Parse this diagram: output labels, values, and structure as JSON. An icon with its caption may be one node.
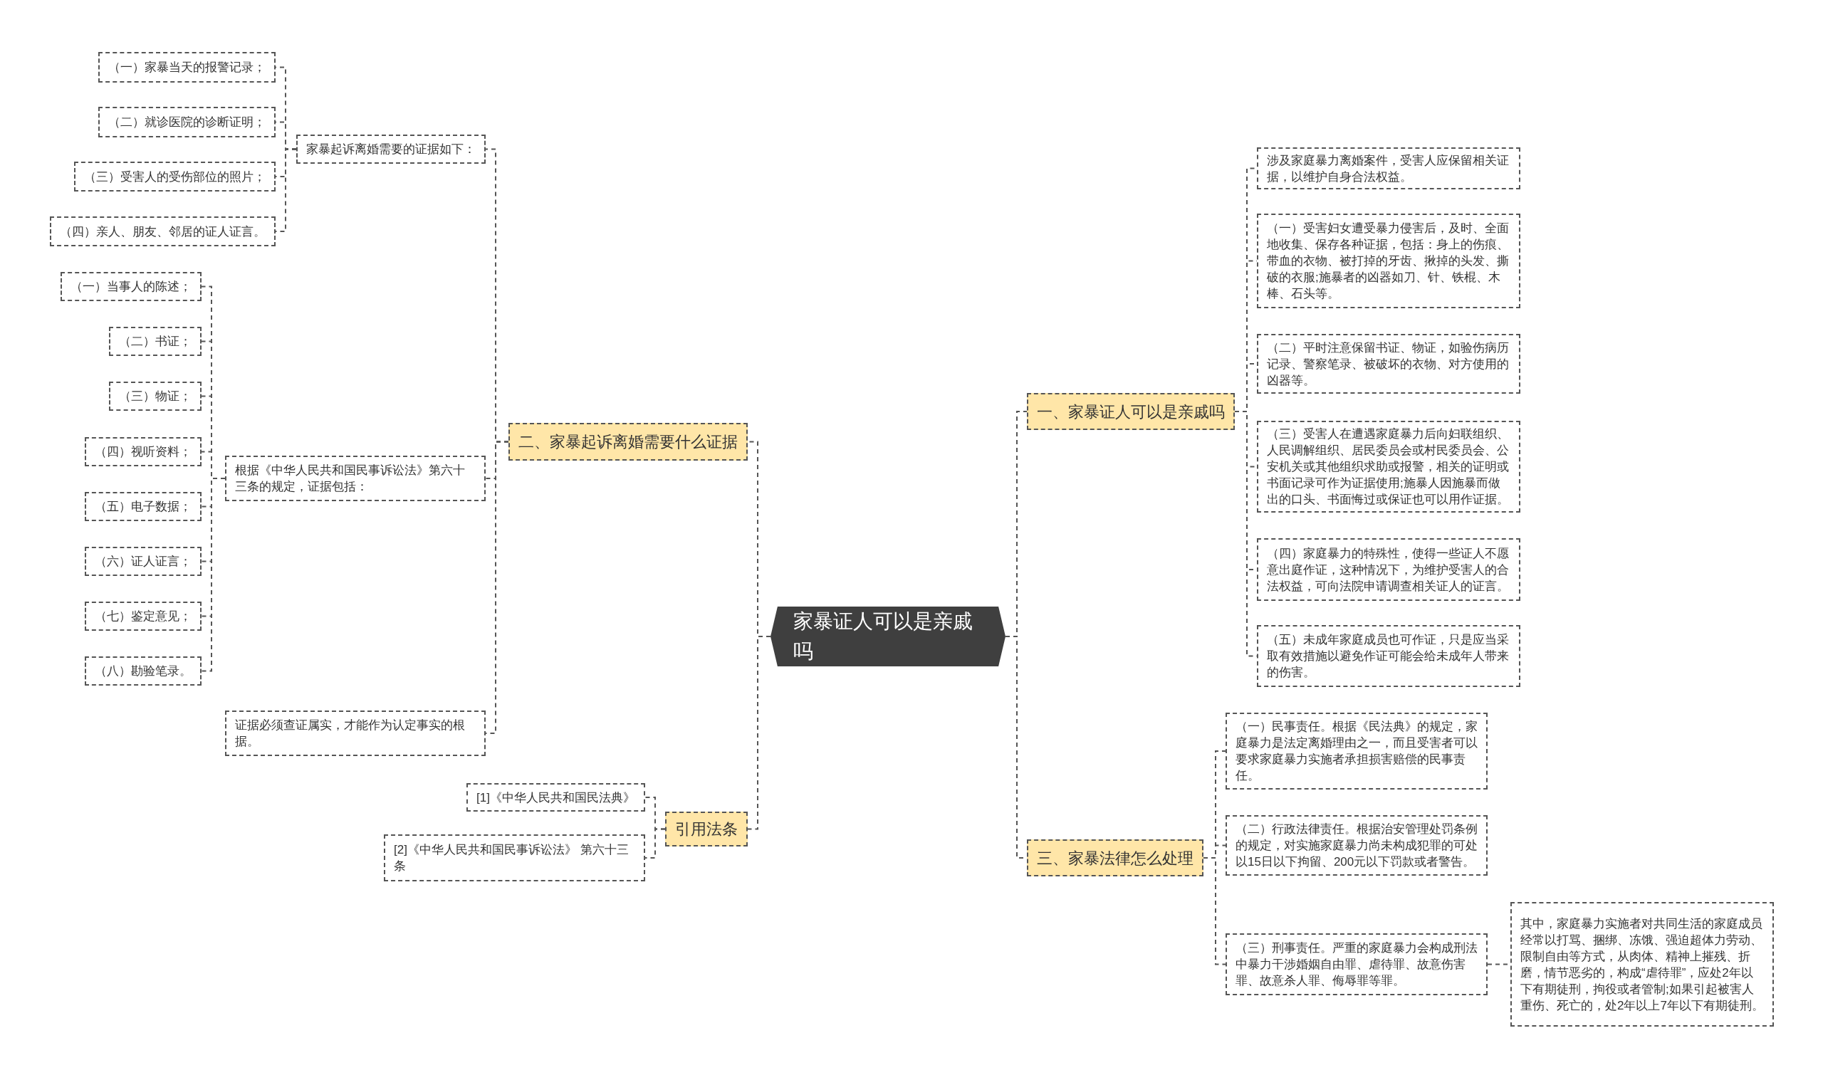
{
  "diagram": {
    "nodes": [
      {
        "text": [
          "家暴证人可以是亲戚吗"
        ]
      },
      {
        "text": [
          "一、家暴证人可以是亲戚吗"
        ]
      },
      {
        "text": [
          "涉及家庭暴力离婚案件，受害人应保留相关证据，以维护自身合法权益。"
        ]
      },
      {
        "text": [
          "（一）受害妇女遭受暴力侵害后，及时、全面地收集、保存各种证据，包括：身上的伤痕、带血的衣物、被打掉的牙齿、揪掉的头发、撕破的衣服;施暴者的凶器如刀、针、铁棍、木棒、石头等。"
        ]
      },
      {
        "text": [
          "（二）平时注意保留书证、物证，如验伤病历记录、警察笔录、被破坏的衣物、对方使用的凶器等。"
        ]
      },
      {
        "text": [
          "（三）受害人在遭遇家庭暴力后向妇联组织、人民调解组织、居民委员会或村民委员会、公安机关或其他组织求助或报警，相关的证明或书面记录可作为证据使用;施暴人因施暴而做出的口头、书面悔过或保证也可以用作证据。"
        ]
      },
      {
        "text": [
          "（四）家庭暴力的特殊性，使得一些证人不愿意出庭作证，这种情况下，为维护受害人的合法权益，可向法院申请调查相关证人的证言。"
        ]
      },
      {
        "text": [
          "（五）未成年家庭成员也可作证，只是应当采取有效措施以避免作证可能会给未成年人带来的伤害。"
        ]
      },
      {
        "text": [
          "三、家暴法律怎么处理"
        ]
      },
      {
        "text": [
          "（一）民事责任。根据《民法典》的规定，家庭暴力是法定离婚理由之一，而且受害者可以要求家庭暴力实施者承担损害赔偿的民事责任。"
        ]
      },
      {
        "text": [
          "（二）行政法律责任。根据治安管理处罚条例的规定，对实施家庭暴力尚未构成犯罪的可处以15日以下拘留、200元以下罚款或者警告。"
        ]
      },
      {
        "text": [
          "（三）刑事责任。严重的家庭暴力会构成刑法中暴力干涉婚姻自由罪、虐待罪、故意伤害罪、故意杀人罪、侮辱罪等罪。"
        ]
      },
      {
        "text": [
          "其中，家庭暴力实施者对共同生活的家庭成员经常以打骂、捆绑、冻饿、强迫超体力劳动、限制自由等方式，从肉体、精神上摧残、折磨，情节恶劣的，构成“虐待罪”，应处2年以下有期徒刑，拘役或者管制;如果引起被害人重伤、死亡的，处2年以上7年以下有期徒刑。"
        ]
      },
      {
        "text": [
          "二、家暴起诉离婚需要什么证据"
        ]
      },
      {
        "text": [
          "家暴起诉离婚需要的证据如下："
        ]
      },
      {
        "text": [
          "（一）家暴当天的报警记录；"
        ]
      },
      {
        "text": [
          "（二）就诊医院的诊断证明；"
        ]
      },
      {
        "text": [
          "（三）受害人的受伤部位的照片；"
        ]
      },
      {
        "text": [
          "（四）亲人、朋友、邻居的证人证言。"
        ]
      },
      {
        "text": [
          "根据《中华人民共和国民事诉讼法》第六十三条的规定，证据包括："
        ]
      },
      {
        "text": [
          "（一）当事人的陈述；"
        ]
      },
      {
        "text": [
          "（二）书证；"
        ]
      },
      {
        "text": [
          "（三）物证；"
        ]
      },
      {
        "text": [
          "（四）视听资料；"
        ]
      },
      {
        "text": [
          "（五）电子数据；"
        ]
      },
      {
        "text": [
          "（六）证人证言；"
        ]
      },
      {
        "text": [
          "（七）鉴定意见；"
        ]
      },
      {
        "text": [
          "（八）勘验笔录。"
        ]
      },
      {
        "text": [
          "证据必须查证属实，才能作为认定事实的根据。"
        ]
      },
      {
        "text": [
          "引用法条"
        ]
      },
      {
        "text": [
          "[1]《中华人民共和国民法典》"
        ]
      },
      {
        "text": [
          "[2]《中华人民共和国民事诉讼法》 第六十三条"
        ]
      }
    ],
    "edges": [
      {
        "from": 0,
        "to": 1,
        "arrow": "none"
      },
      {
        "from": 1,
        "to": 2,
        "arrow": "none"
      },
      {
        "from": 1,
        "to": 3,
        "arrow": "none"
      },
      {
        "from": 1,
        "to": 4,
        "arrow": "none"
      },
      {
        "from": 1,
        "to": 5,
        "arrow": "none"
      },
      {
        "from": 1,
        "to": 6,
        "arrow": "none"
      },
      {
        "from": 1,
        "to": 7,
        "arrow": "none"
      },
      {
        "from": 0,
        "to": 8,
        "arrow": "none"
      },
      {
        "from": 8,
        "to": 9,
        "arrow": "none"
      },
      {
        "from": 8,
        "to": 10,
        "arrow": "none"
      },
      {
        "from": 8,
        "to": 11,
        "arrow": "none"
      },
      {
        "from": 11,
        "to": 12,
        "arrow": "none"
      },
      {
        "from": 0,
        "to": 13,
        "arrow": "none"
      },
      {
        "from": 13,
        "to": 14,
        "arrow": "none"
      },
      {
        "from": 14,
        "to": 15,
        "arrow": "none"
      },
      {
        "from": 14,
        "to": 16,
        "arrow": "none"
      },
      {
        "from": 14,
        "to": 17,
        "arrow": "none"
      },
      {
        "from": 14,
        "to": 18,
        "arrow": "none"
      },
      {
        "from": 13,
        "to": 19,
        "arrow": "none"
      },
      {
        "from": 19,
        "to": 20,
        "arrow": "none"
      },
      {
        "from": 19,
        "to": 21,
        "arrow": "none"
      },
      {
        "from": 19,
        "to": 22,
        "arrow": "none"
      },
      {
        "from": 19,
        "to": 23,
        "arrow": "none"
      },
      {
        "from": 19,
        "to": 24,
        "arrow": "none"
      },
      {
        "from": 19,
        "to": 25,
        "arrow": "none"
      },
      {
        "from": 19,
        "to": 26,
        "arrow": "none"
      },
      {
        "from": 19,
        "to": 27,
        "arrow": "none"
      },
      {
        "from": 13,
        "to": 28,
        "arrow": "none"
      },
      {
        "from": 0,
        "to": 29,
        "arrow": "none"
      },
      {
        "from": 29,
        "to": 30,
        "arrow": "none"
      },
      {
        "from": 29,
        "to": 31,
        "arrow": "none"
      }
    ]
  }
}
